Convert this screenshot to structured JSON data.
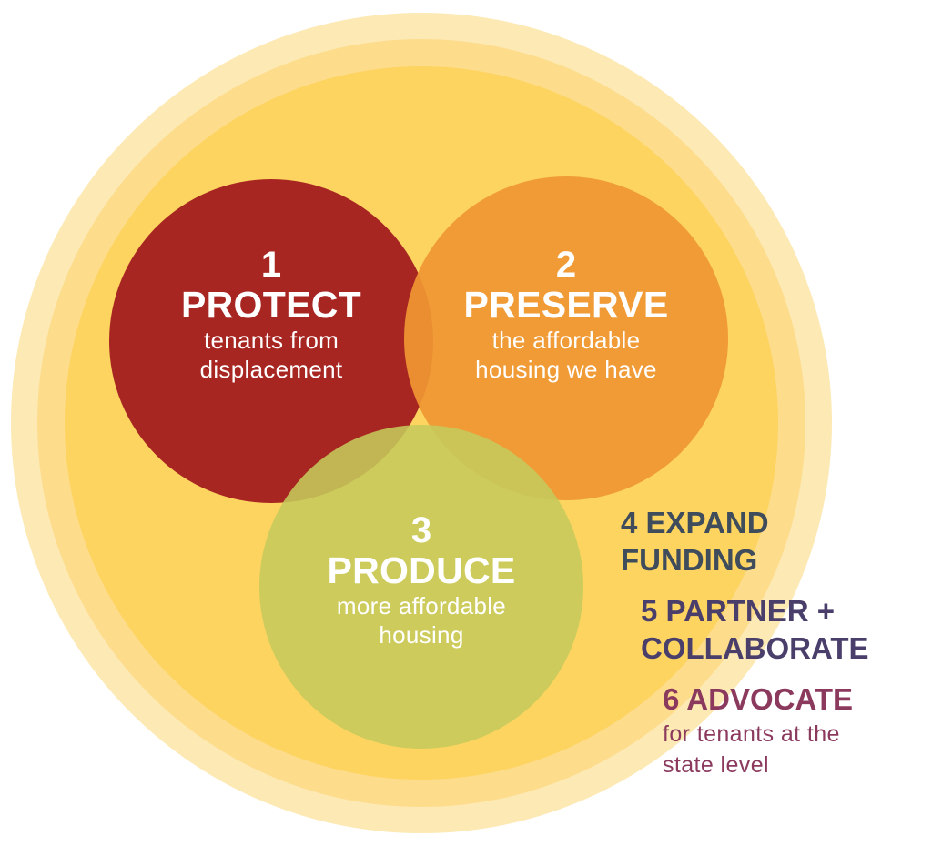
{
  "colors": {
    "halo_outer": "#fde9b4",
    "halo_mid": "#fddc8c",
    "halo_inner": "#fdd460",
    "protect": "#a82622",
    "preserve": "#ef9733",
    "produce": "#c5c95b",
    "expand": "#3f4c5c",
    "partner": "#4a3f6b",
    "advocate": "#8b3a5e"
  },
  "circles": [
    {
      "number": "1",
      "heading": "PROTECT",
      "subtitle": [
        "tenants from",
        "displacement"
      ]
    },
    {
      "number": "2",
      "heading": "PRESERVE",
      "subtitle": [
        "the affordable",
        "housing we have"
      ]
    },
    {
      "number": "3",
      "heading": "PRODUCE",
      "subtitle": [
        "more affordable",
        "housing"
      ]
    }
  ],
  "side_items": {
    "expand": {
      "lines": [
        "4 EXPAND",
        "FUNDING"
      ]
    },
    "partner": {
      "lines": [
        "5 PARTNER +",
        "COLLABORATE"
      ]
    },
    "advocate": {
      "heading": "6 ADVOCATE",
      "subtitle": [
        "for tenants at the",
        "state level"
      ]
    }
  }
}
